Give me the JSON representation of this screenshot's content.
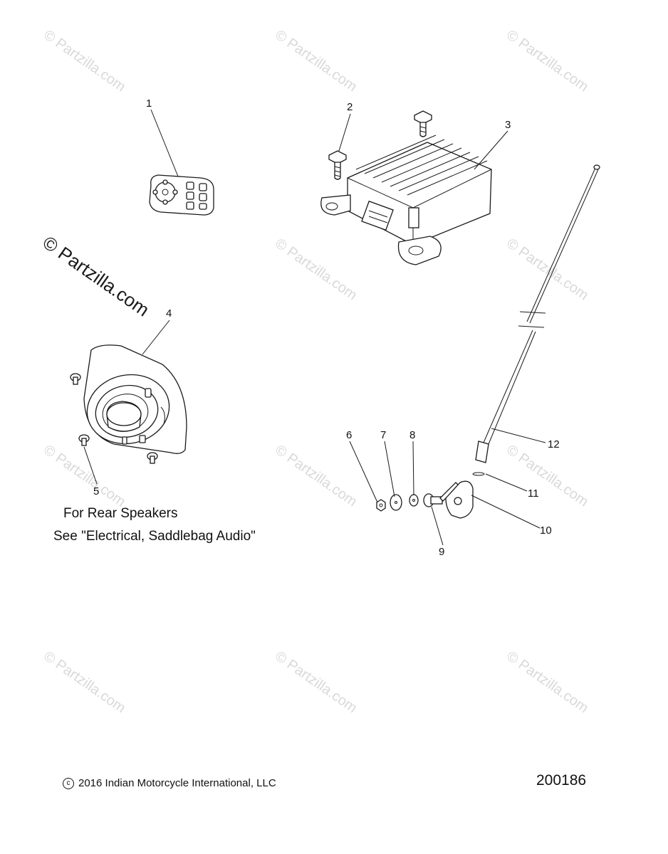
{
  "watermark": {
    "text": "© Partzilla.com"
  },
  "callouts": [
    "1",
    "2",
    "3",
    "4",
    "5",
    "6",
    "7",
    "8",
    "9",
    "10",
    "11",
    "12"
  ],
  "note": {
    "line1": "For Rear Speakers",
    "line2": "See \"Electrical, Saddlebag Audio\""
  },
  "footer": {
    "copyright_symbol": "c",
    "copyright": "2016 Indian Motorcycle International, LLC",
    "diagram_number": "200186"
  },
  "parts": [
    {
      "callout": "1",
      "icon": "handlebar-switch-icon"
    },
    {
      "callout": "2",
      "icon": "bolt-icon"
    },
    {
      "callout": "3",
      "icon": "audio-amplifier-module-icon"
    },
    {
      "callout": "4",
      "icon": "speaker-icon"
    },
    {
      "callout": "5",
      "icon": "screw-icon"
    },
    {
      "callout": "6",
      "icon": "nut-icon"
    },
    {
      "callout": "7",
      "icon": "washer-icon"
    },
    {
      "callout": "8",
      "icon": "washer-icon"
    },
    {
      "callout": "9",
      "icon": "antenna-mount-icon"
    },
    {
      "callout": "10",
      "icon": "antenna-bracket-icon"
    },
    {
      "callout": "11",
      "icon": "o-ring-icon"
    },
    {
      "callout": "12",
      "icon": "antenna-mast-icon"
    }
  ]
}
